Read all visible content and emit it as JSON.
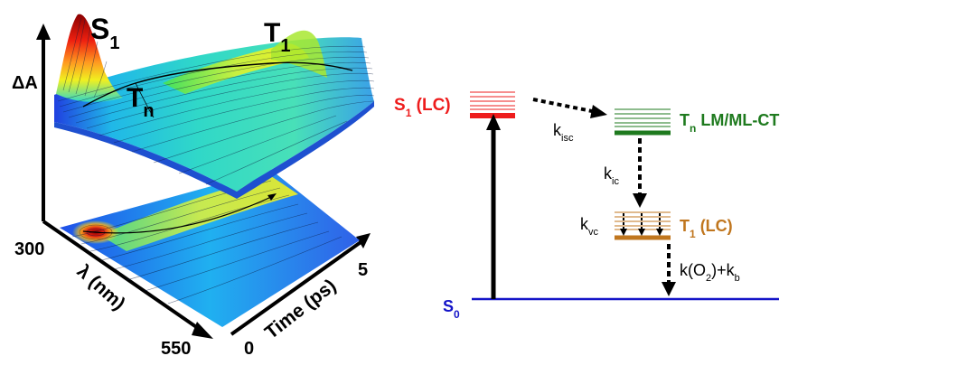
{
  "surface_plot": {
    "axis_absorbance": "ΔA",
    "axis_wavelength": "λ (nm)",
    "wavelength_start": "300",
    "wavelength_end": "550",
    "axis_time": "Time (ps)",
    "time_start": "0",
    "time_end": "5",
    "peak_s1": {
      "main": "S",
      "sub": "1"
    },
    "peak_tn": {
      "main": "T",
      "sub": "n"
    },
    "peak_t1": {
      "main": "T",
      "sub": "1"
    }
  },
  "energy_diagram": {
    "s1": {
      "main": "S",
      "sub": "1",
      "suffix": " (LC)"
    },
    "tn": {
      "main": "T",
      "sub": "n",
      "suffix": " LM/ML-CT"
    },
    "t1": {
      "main": "T",
      "sub": "1",
      "suffix": " (LC)"
    },
    "s0": {
      "main": "S",
      "sub": "0"
    },
    "k_isc": {
      "main": "k",
      "sub": "isc"
    },
    "k_ic": {
      "main": "k",
      "sub": "ic"
    },
    "k_vc": {
      "main": "k",
      "sub": "vc"
    },
    "k_decay": {
      "part1": "k(O",
      "sub1": "2",
      "part2": ")+k",
      "sub2": "b"
    }
  },
  "colors": {
    "s1": "#ee1c1c",
    "tn": "#1e7a1e",
    "t1": "#c0761e",
    "s0": "#1414c8",
    "arrows": "#000000"
  }
}
